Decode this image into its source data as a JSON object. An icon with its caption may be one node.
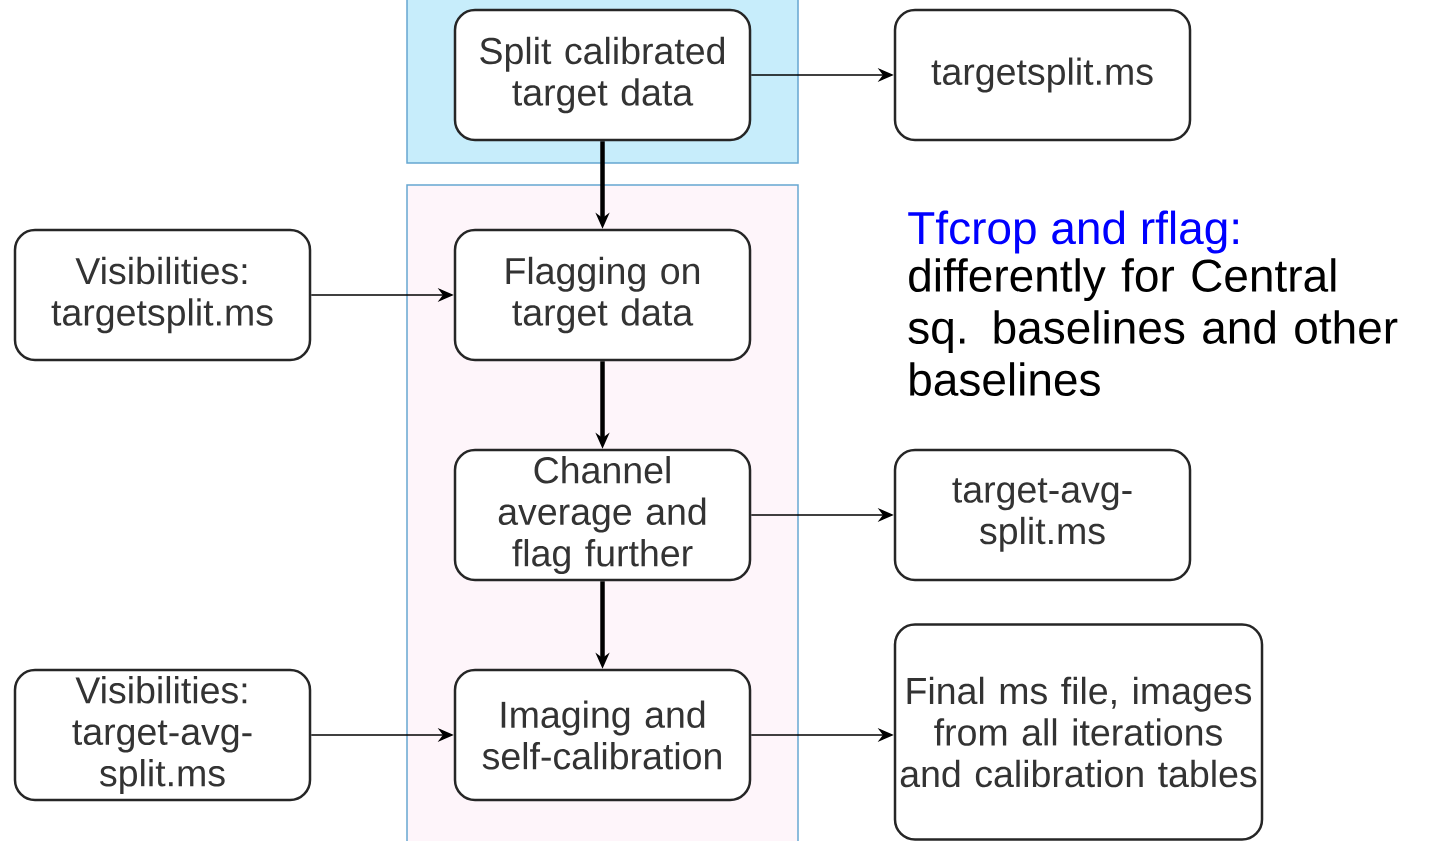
{
  "diagram": {
    "nodes": [
      {
        "text": [],
        "shape": "box"
      },
      {
        "text": [
          "Split calibrated target data"
        ],
        "in": 0
      },
      {
        "text": [
          "targetsplit.ms"
        ]
      },
      {
        "text": [],
        "shape": "box"
      },
      {
        "text": [
          "Visibilities: targetsplit.ms"
        ]
      },
      {
        "text": [
          "Flagging on target data"
        ],
        "in": 3
      },
      {
        "text": [
          "Channel average and flag further"
        ],
        "in": 3
      },
      {
        "text": [
          "target-avg-split.ms"
        ]
      },
      {
        "text": [
          "Visibilities: target-avg-split.ms"
        ]
      },
      {
        "text": [
          "Imaging and self-calibration"
        ],
        "in": 3
      },
      {
        "text": [
          "Final ms file, images from all iterations and calibration tables"
        ]
      }
    ],
    "edges": [
      {
        "from": 1,
        "to": 2,
        "arrow": "to"
      },
      {
        "from": 1,
        "to": 5,
        "arrow": "to",
        "style": "thick"
      },
      {
        "from": 4,
        "to": 5,
        "arrow": "to"
      },
      {
        "from": 5,
        "to": 6,
        "arrow": "to",
        "style": "thick"
      },
      {
        "from": 6,
        "to": 7,
        "arrow": "to"
      },
      {
        "from": 6,
        "to": 9,
        "arrow": "to",
        "style": "thick"
      },
      {
        "from": 8,
        "to": 9,
        "arrow": "to"
      },
      {
        "from": 9,
        "to": 10,
        "arrow": "to"
      }
    ],
    "labels": [
      "Tfcrop and rflag:",
      "differently for Central sq. baselines and other baselines"
    ]
  }
}
